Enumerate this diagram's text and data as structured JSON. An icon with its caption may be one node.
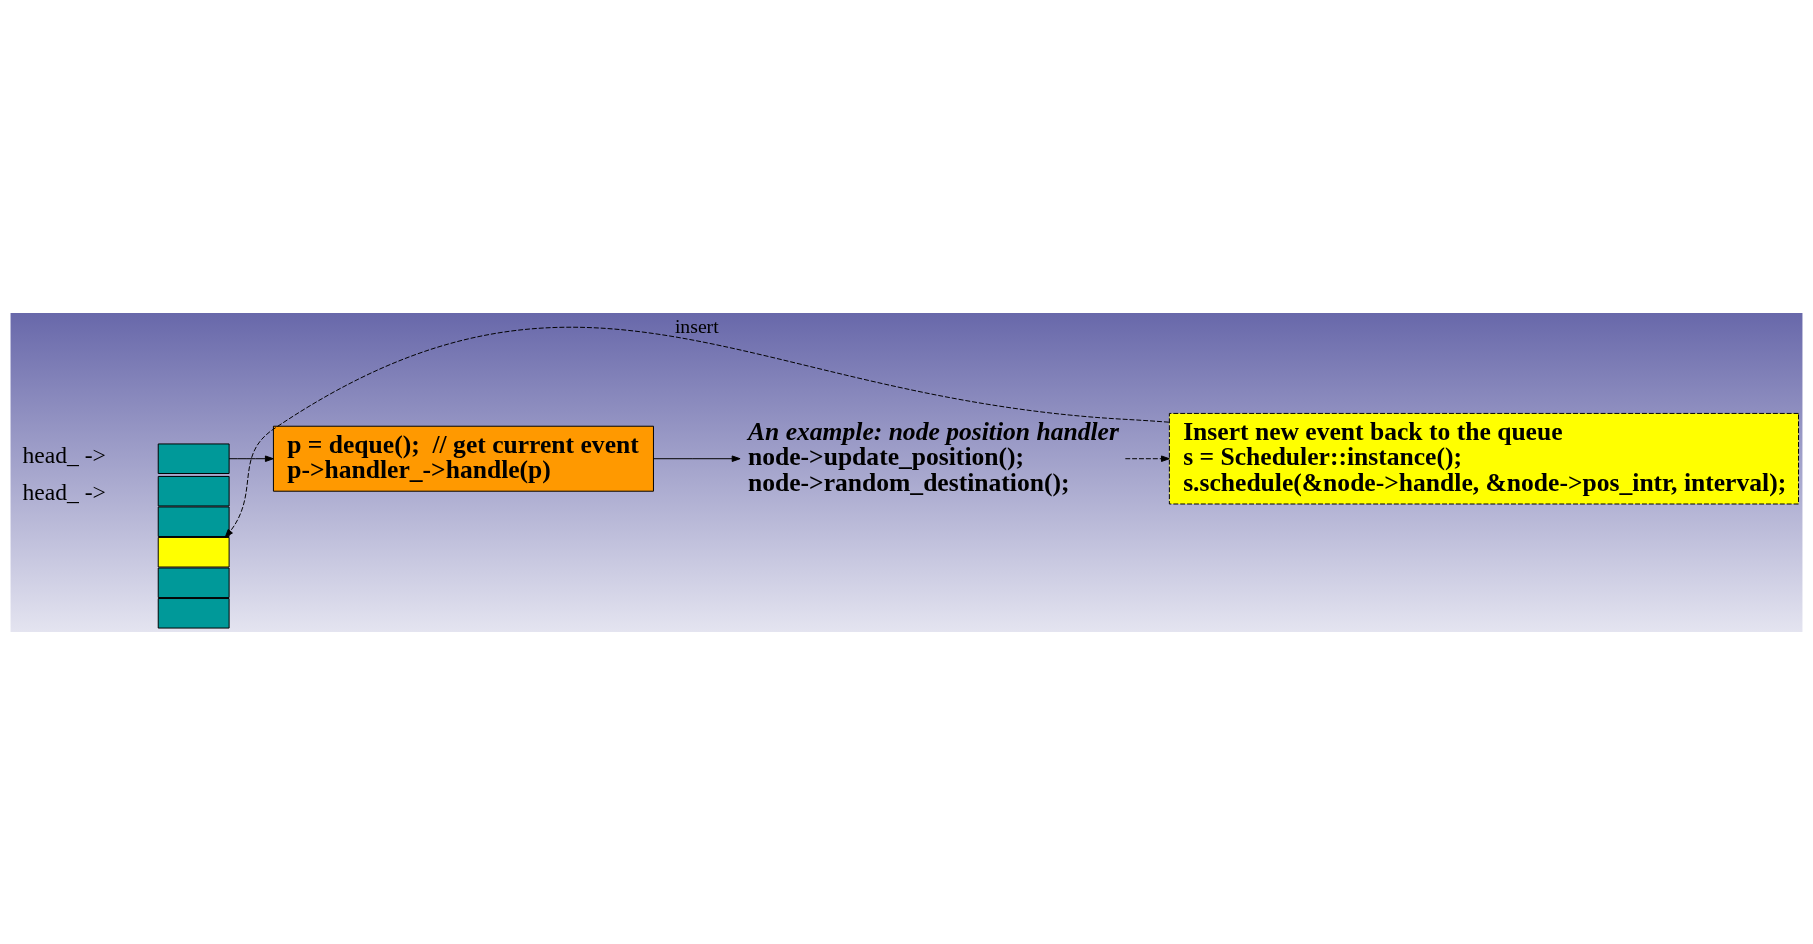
{
  "diagram": {
    "nodes": [
      {
        "text": [],
        "shape": "box"
      },
      {
        "text": [],
        "shape": "box"
      },
      {
        "text": [],
        "shape": "box"
      },
      {
        "text": [],
        "shape": "box"
      },
      {
        "text": [],
        "shape": "box"
      },
      {
        "text": [],
        "shape": "box"
      },
      {
        "text": [
          "p = deque();  // get current event",
          "p->handler_->handle(p)"
        ]
      },
      {
        "text": [
          "An example: node position handler",
          "node->update_position();",
          "node->random_destination();"
        ]
      },
      {
        "text": [
          "Insert new event back to the queue",
          "s = Scheduler::instance();",
          "s.schedule(&node->handle, &node->pos_intr, interval);"
        ]
      }
    ],
    "edges": [
      {
        "from": 0,
        "to": 6,
        "arrow": "to"
      },
      {
        "from": 6,
        "to": 7,
        "arrow": "to"
      },
      {
        "from": 7,
        "to": 8,
        "arrow": "to",
        "style": "dashed"
      },
      {
        "from": 8,
        "to": 3,
        "arrow": "to",
        "style": "dashed",
        "label": "insert"
      }
    ],
    "labels": [
      "head_ ->",
      "head_ ->"
    ]
  }
}
